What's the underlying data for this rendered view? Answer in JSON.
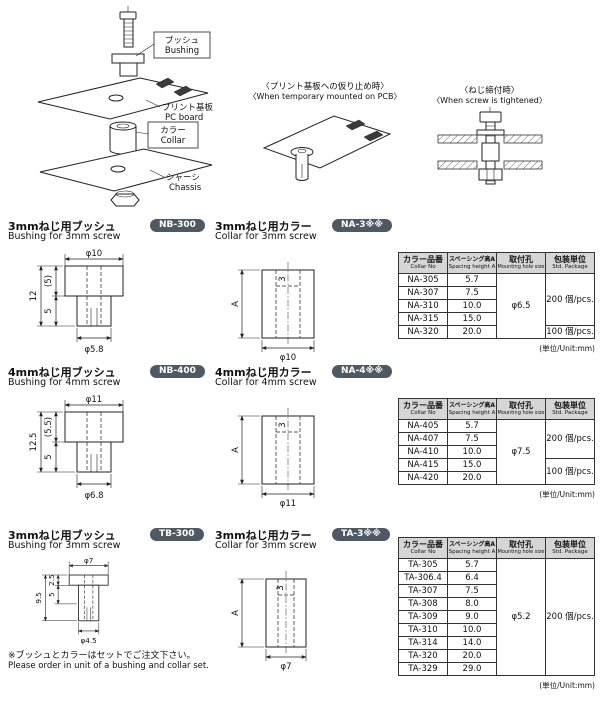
{
  "colors": {
    "badge_bg": "#4e5a63",
    "table_header_bg": "#d6d6d6"
  },
  "overview": {
    "parts": {
      "bushing_jp": "ブッシュ",
      "bushing_en": "Bushing",
      "pcboard_jp": "プリント基板",
      "pcboard_en": "PC board",
      "collar_jp": "カラー",
      "collar_en": "Collar",
      "chassis_jp": "シャーシ",
      "chassis_en": "Chassis"
    },
    "temp_caption_jp": "〈プリント基板への仮り止め時〉",
    "temp_caption_en": "〈When temporary mounted on PCB〉",
    "tight_caption_jp": "〈ねじ締付時〉",
    "tight_caption_en": "〈When screw is tightened〉"
  },
  "sections": [
    {
      "bushing": {
        "title_jp": "3mmねじ用ブッシュ",
        "title_en": "Bushing for 3mm screw",
        "badge": "NB-300",
        "dims": {
          "top_dia": "φ10",
          "total_h": "12",
          "upper_h": "(5)",
          "lower_h": "5",
          "stem_dia": "φ5.8"
        }
      },
      "collar": {
        "title_jp": "3mmねじ用カラー",
        "title_en": "Collar for 3mm screw",
        "badge": "NA-3※※",
        "dims": {
          "depth": "3",
          "height": "A",
          "dia": "φ10"
        }
      },
      "table": {
        "headers": [
          {
            "jp": "カラー品番",
            "en": "Collar No"
          },
          {
            "jp": "スペーシング高A",
            "en": "Spacing height A"
          },
          {
            "jp": "取付孔",
            "en": "Mounting hole size"
          },
          {
            "jp": "包装単位",
            "en": "Std. Package"
          }
        ],
        "rows": [
          {
            "no": "NA-305",
            "height": "5.7"
          },
          {
            "no": "NA-307",
            "height": "7.5"
          },
          {
            "no": "NA-310",
            "height": "10.0"
          },
          {
            "no": "NA-315",
            "height": "15.0"
          },
          {
            "no": "NA-320",
            "height": "20.0"
          }
        ],
        "mounting_hole": "φ6.5",
        "packages": [
          {
            "label": "200 個/pcs.",
            "rowspan": 4
          },
          {
            "label": "100 個/pcs.",
            "rowspan": 1
          }
        ],
        "unit_note": "(単位/Unit:mm)"
      }
    },
    {
      "bushing": {
        "title_jp": "4mmねじ用ブッシュ",
        "title_en": "Bushing for 4mm screw",
        "badge": "NB-400",
        "dims": {
          "top_dia": "φ11",
          "total_h": "12.5",
          "upper_h": "(5.5)",
          "lower_h": "5",
          "stem_dia": "φ6.8"
        }
      },
      "collar": {
        "title_jp": "4mmねじ用カラー",
        "title_en": "Collar for 4mm screw",
        "badge": "NA-4※※",
        "dims": {
          "depth": "3",
          "height": "A",
          "dia": "φ11"
        }
      },
      "table": {
        "headers": [
          {
            "jp": "カラー品番",
            "en": "Collar No"
          },
          {
            "jp": "スペーシング高A",
            "en": "Spacing height A"
          },
          {
            "jp": "取付孔",
            "en": "Mounting hole size"
          },
          {
            "jp": "包装単位",
            "en": "Std. Package"
          }
        ],
        "rows": [
          {
            "no": "NA-405",
            "height": "5.7"
          },
          {
            "no": "NA-407",
            "height": "7.5"
          },
          {
            "no": "NA-410",
            "height": "10.0"
          },
          {
            "no": "NA-415",
            "height": "15.0"
          },
          {
            "no": "NA-420",
            "height": "20.0"
          }
        ],
        "mounting_hole": "φ7.5",
        "packages": [
          {
            "label": "200 個/pcs.",
            "rowspan": 3
          },
          {
            "label": "100 個/pcs.",
            "rowspan": 2
          }
        ],
        "unit_note": "(単位/Unit:mm)"
      }
    },
    {
      "bushing": {
        "title_jp": "3mmねじ用ブッシュ",
        "title_en": "Bushing for 3mm screw",
        "badge": "TB-300",
        "dims": {
          "top_dia": "φ7",
          "total_h": "9.5",
          "upper_h": "2.5",
          "lower_h": "5",
          "stem_dia": "φ4.5"
        }
      },
      "collar": {
        "title_jp": "3mmねじ用カラー",
        "title_en": "Collar for 3mm screw",
        "badge": "TA-3※※",
        "dims": {
          "depth": "3",
          "height": "A",
          "dia": "φ7"
        }
      },
      "table": {
        "headers": [
          {
            "jp": "カラー品番",
            "en": "Collar No"
          },
          {
            "jp": "スペーシング高A",
            "en": "Spacing height A"
          },
          {
            "jp": "取付孔",
            "en": "Mounting hole size"
          },
          {
            "jp": "包装単位",
            "en": "Std. Package"
          }
        ],
        "rows": [
          {
            "no": "TA-305",
            "height": "5.7"
          },
          {
            "no": "TA-306.4",
            "height": "6.4"
          },
          {
            "no": "TA-307",
            "height": "7.5"
          },
          {
            "no": "TA-308",
            "height": "8.0"
          },
          {
            "no": "TA-309",
            "height": "9.0"
          },
          {
            "no": "TA-310",
            "height": "10.0"
          },
          {
            "no": "TA-314",
            "height": "14.0"
          },
          {
            "no": "TA-320",
            "height": "20.0"
          },
          {
            "no": "TA-329",
            "height": "29.0"
          }
        ],
        "mounting_hole": "φ5.2",
        "packages": [
          {
            "label": "200 個/pcs.",
            "rowspan": 9
          }
        ],
        "unit_note": "(単位/Unit:mm)"
      }
    }
  ],
  "footer": {
    "note_jp": "※ブッシュとカラーはセットでご注文下さい。",
    "note_en": "Please order in unit of a bushing and collar set."
  }
}
